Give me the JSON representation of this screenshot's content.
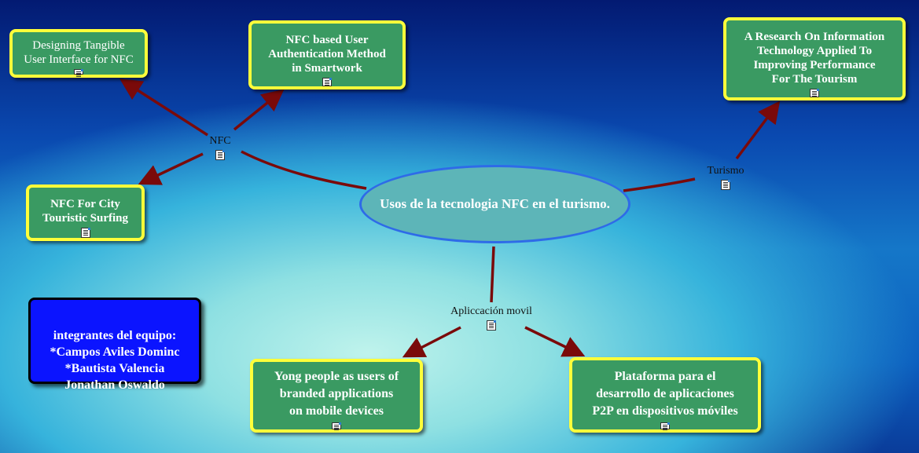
{
  "map": {
    "center": "Usos de la tecnologia NFC en el turismo.",
    "link_labels": {
      "nfc": "NFC",
      "turismo": "Turismo",
      "app": "Apliccación movil"
    },
    "nodes": {
      "tangible": "Designing Tangible\nUser Interface for NFC",
      "auth": "NFC based User\nAuthentication Method\nin Smartwork",
      "city": "NFC For City\nTouristic Surfing",
      "research": "A Research On Information\nTechnology Applied To\nImproving Performance\nFor The Tourism",
      "yong": "Yong people as users of\nbranded applications\non mobile devices",
      "plataforma": "Plataforma para el\ndesarrollo de aplicaciones\nP2P en dispositivos móviles"
    },
    "team": "integrantes del equipo:\n*Campos Aviles Dominc\n*Bautista Valencia\nJonathan Oswaldo"
  },
  "colors": {
    "node_fill": "#3a9a62",
    "node_border": "#ffff3a",
    "link": "#7a0a0a",
    "center_fill": "#5db5b8",
    "center_border": "#2e6be8",
    "team_fill": "#0b14ff"
  },
  "icons": [
    "document-icon"
  ]
}
